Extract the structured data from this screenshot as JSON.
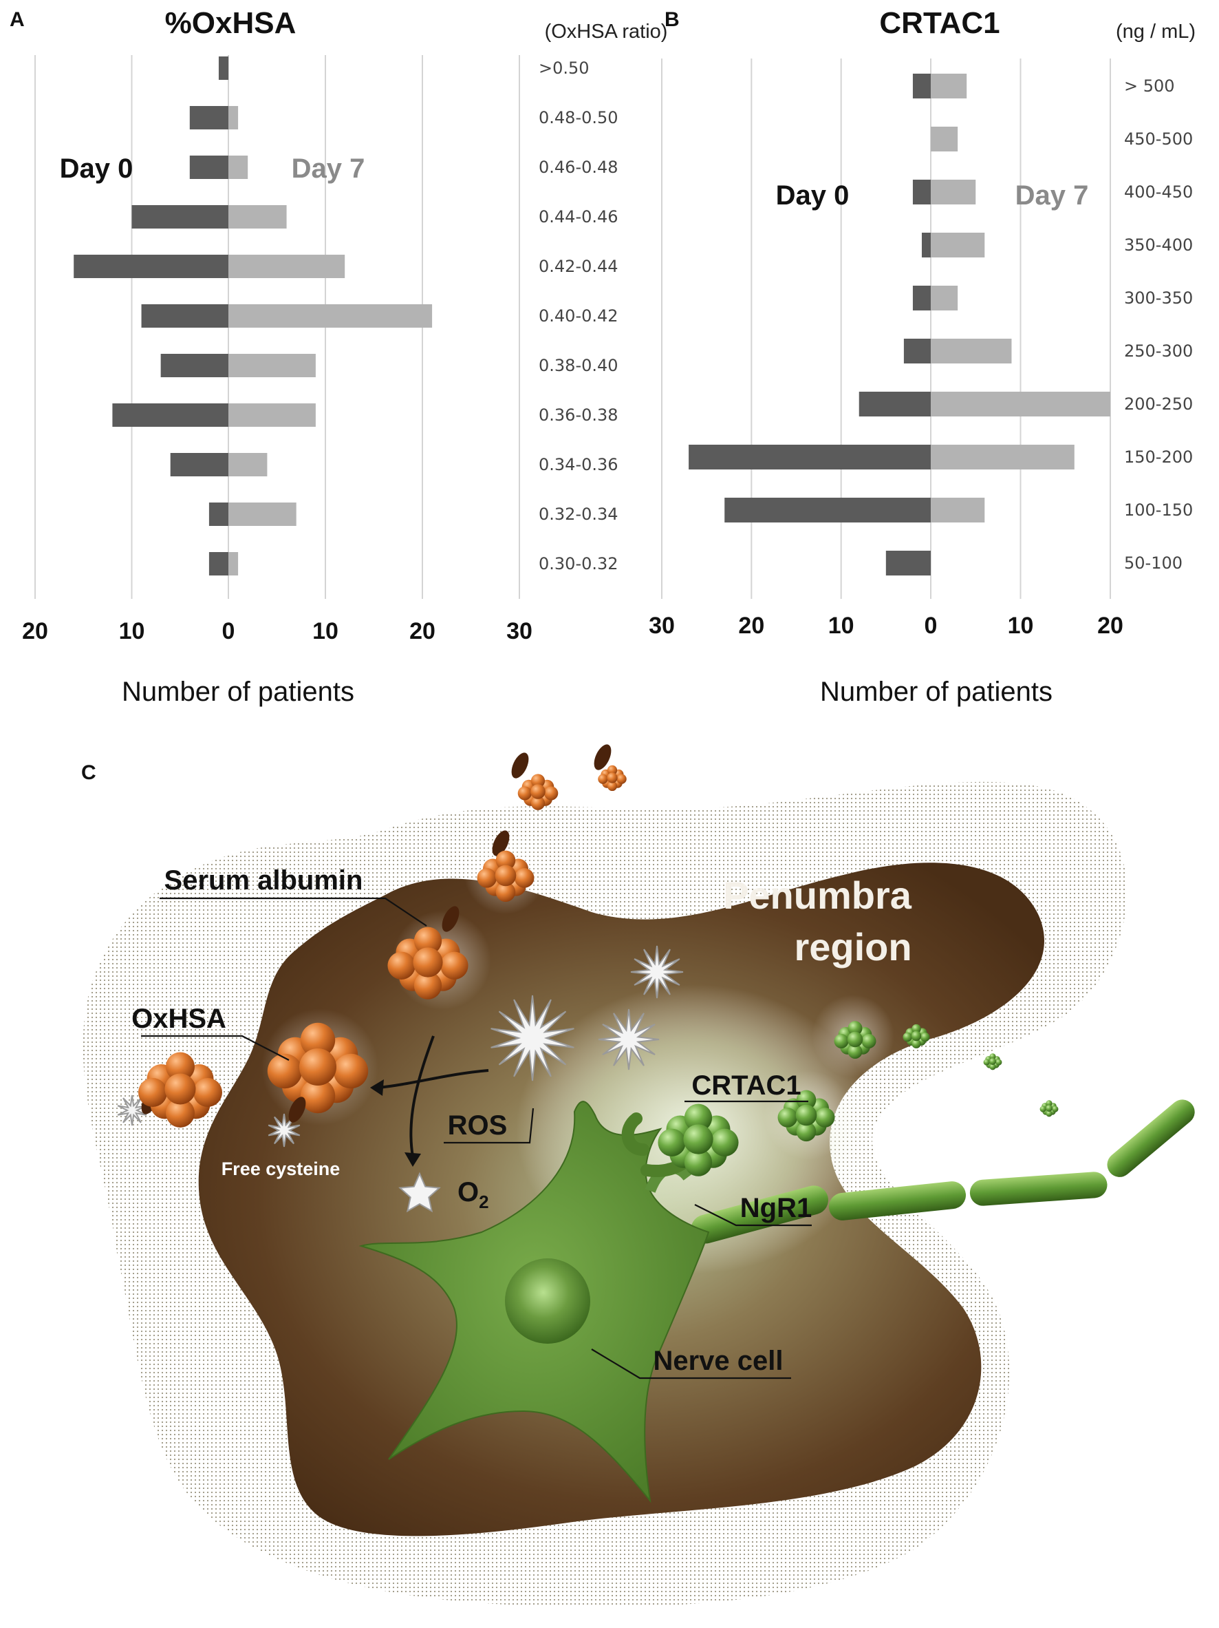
{
  "panels": {
    "a_letter": "A",
    "b_letter": "B",
    "c_letter": "C"
  },
  "colors": {
    "day0_bar": "#5b5b5b",
    "day7_bar": "#b3b3b3",
    "brain_tissue": "#5a3d1f",
    "albumin": "#d9712a",
    "crtac1": "#5e9a3a",
    "nerve_cell": "#5d8f3a"
  },
  "chart_data": [
    {
      "type": "bar",
      "orientation": "horizontal-diverging",
      "title": "%OxHSA",
      "unit": "(OxHSA ratio)",
      "xlabel": "Number of patients",
      "left_label": "Day 0",
      "right_label": "Day 7",
      "categories": [
        ">0.50",
        "0.48-0.50",
        "0.46-0.48",
        "0.44-0.46",
        "0.42-0.44",
        "0.40-0.42",
        "0.38-0.40",
        "0.36-0.38",
        "0.34-0.36",
        "0.32-0.34",
        "0.30-0.32"
      ],
      "series": [
        {
          "name": "Day 0",
          "values": [
            1,
            4,
            4,
            10,
            16,
            9,
            7,
            12,
            6,
            2,
            2
          ]
        },
        {
          "name": "Day 7",
          "values": [
            0,
            1,
            2,
            6,
            12,
            21,
            9,
            9,
            4,
            7,
            1
          ]
        }
      ],
      "x_ticks": [
        "20",
        "10",
        "0",
        "10",
        "20",
        "30"
      ],
      "left_max": 20,
      "right_max": 30,
      "grid": true
    },
    {
      "type": "bar",
      "orientation": "horizontal-diverging",
      "title": "CRTAC1",
      "unit": "(ng / mL)",
      "xlabel": "Number of patients",
      "left_label": "Day 0",
      "right_label": "Day 7",
      "categories": [
        "> 500",
        "450-500",
        "400-450",
        "350-400",
        "300-350",
        "250-300",
        "200-250",
        "150-200",
        "100-150",
        "50-100"
      ],
      "series": [
        {
          "name": "Day 0",
          "values": [
            2,
            0,
            2,
            1,
            2,
            3,
            8,
            27,
            23,
            5
          ]
        },
        {
          "name": "Day 7",
          "values": [
            4,
            3,
            5,
            6,
            3,
            9,
            20,
            16,
            6,
            0
          ]
        }
      ],
      "x_ticks": [
        "30",
        "20",
        "10",
        "0",
        "10",
        "20"
      ],
      "left_max": 30,
      "right_max": 20,
      "grid": true
    }
  ],
  "diagram": {
    "serum_albumin": "Serum albumin",
    "penumbra_line1": "Penumbra",
    "penumbra_line2": "region",
    "oxhsa": "OxHSA",
    "free_cysteine": "Free cysteine",
    "ros": "ROS",
    "o2": "O",
    "o2_sub": "2",
    "crtac1": "CRTAC1",
    "ngr1": "NgR1",
    "nerve_cell": "Nerve cell"
  }
}
